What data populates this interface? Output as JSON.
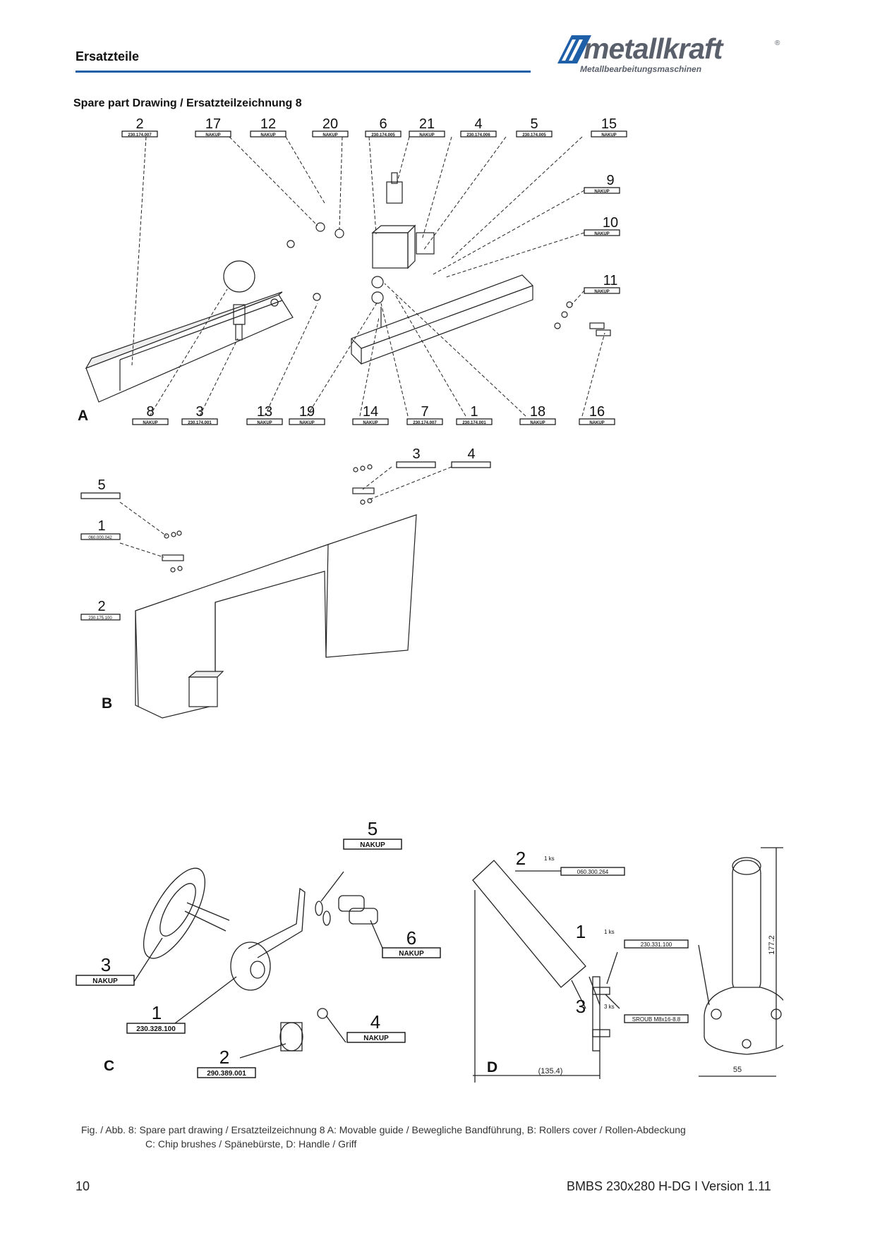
{
  "header": {
    "title": "Ersatzteile"
  },
  "logo": {
    "brand": "metallkraft",
    "registered": "®",
    "tagline": "Metallbearbeitungsmaschinen"
  },
  "drawing_title": "Spare part Drawing / Ersatzteilzeichnung 8",
  "sections": {
    "a": "A",
    "b": "B",
    "c": "C",
    "d": "D"
  },
  "section_a": {
    "top_callouts": [
      {
        "num": "2",
        "code": "230.174.007"
      },
      {
        "num": "17",
        "code": "NAKUP"
      },
      {
        "num": "12",
        "code": "NAKUP"
      },
      {
        "num": "20",
        "code": "NAKUP"
      },
      {
        "num": "6",
        "code": "230.174.005"
      },
      {
        "num": "21",
        "code": "NAKUP"
      },
      {
        "num": "4",
        "code": "230.174.006"
      },
      {
        "num": "5",
        "code": "230.174.005"
      },
      {
        "num": "15",
        "code": "NAKUP"
      }
    ],
    "right_callouts": [
      {
        "num": "9",
        "code": "NAKUP"
      },
      {
        "num": "10",
        "code": "NAKUP"
      },
      {
        "num": "11",
        "code": "NAKUP"
      }
    ],
    "bottom_callouts": [
      {
        "num": "8",
        "code": "NAKUP"
      },
      {
        "num": "3",
        "code": "230.174.001"
      },
      {
        "num": "13",
        "code": "NAKUP"
      },
      {
        "num": "19",
        "code": "NAKUP"
      },
      {
        "num": "14",
        "code": "NAKUP"
      },
      {
        "num": "7",
        "code": "230.174.007"
      },
      {
        "num": "1",
        "code": "230.174.001"
      },
      {
        "num": "18",
        "code": "NAKUP"
      },
      {
        "num": "16",
        "code": "NAKUP"
      }
    ]
  },
  "section_b": {
    "callouts": [
      {
        "num": "5",
        "code": ""
      },
      {
        "num": "1",
        "code": "060.000.042"
      },
      {
        "num": "2",
        "code": "230.175.100"
      },
      {
        "num": "3",
        "code": ""
      },
      {
        "num": "4",
        "code": ""
      }
    ]
  },
  "section_c": {
    "callouts": [
      {
        "num": "5",
        "code": "NAKUP"
      },
      {
        "num": "6",
        "code": "NAKUP"
      },
      {
        "num": "3",
        "code": "NAKUP"
      },
      {
        "num": "4",
        "code": "NAKUP"
      },
      {
        "num": "1",
        "code": "230.328.100"
      },
      {
        "num": "2",
        "code": "290.389.001"
      }
    ]
  },
  "section_d": {
    "callouts": [
      {
        "num": "2",
        "qty": "1 ks",
        "code": "060.300.264"
      },
      {
        "num": "1",
        "qty": "1 ks",
        "code": "230.331.100"
      },
      {
        "num": "3",
        "qty": "3 ks",
        "code": "SROUB M8x16-8.8"
      }
    ],
    "dimensions": {
      "width": "(135.4)",
      "height": "177.2",
      "base": "55"
    }
  },
  "caption": {
    "line1": "Fig. /  Abb. 8: Spare part drawing / Ersatzteilzeichnung 8  A:   Movable guide / Bewegliche Bandführung,   B:  Rollers cover / Rollen-Abdeckung",
    "line2": "C: Chip brushes / Spänebürste, D: Handle /  Griff"
  },
  "footer": {
    "page_number": "10",
    "model_version": "BMBS 230x280 H-DG I Version 1.11"
  }
}
